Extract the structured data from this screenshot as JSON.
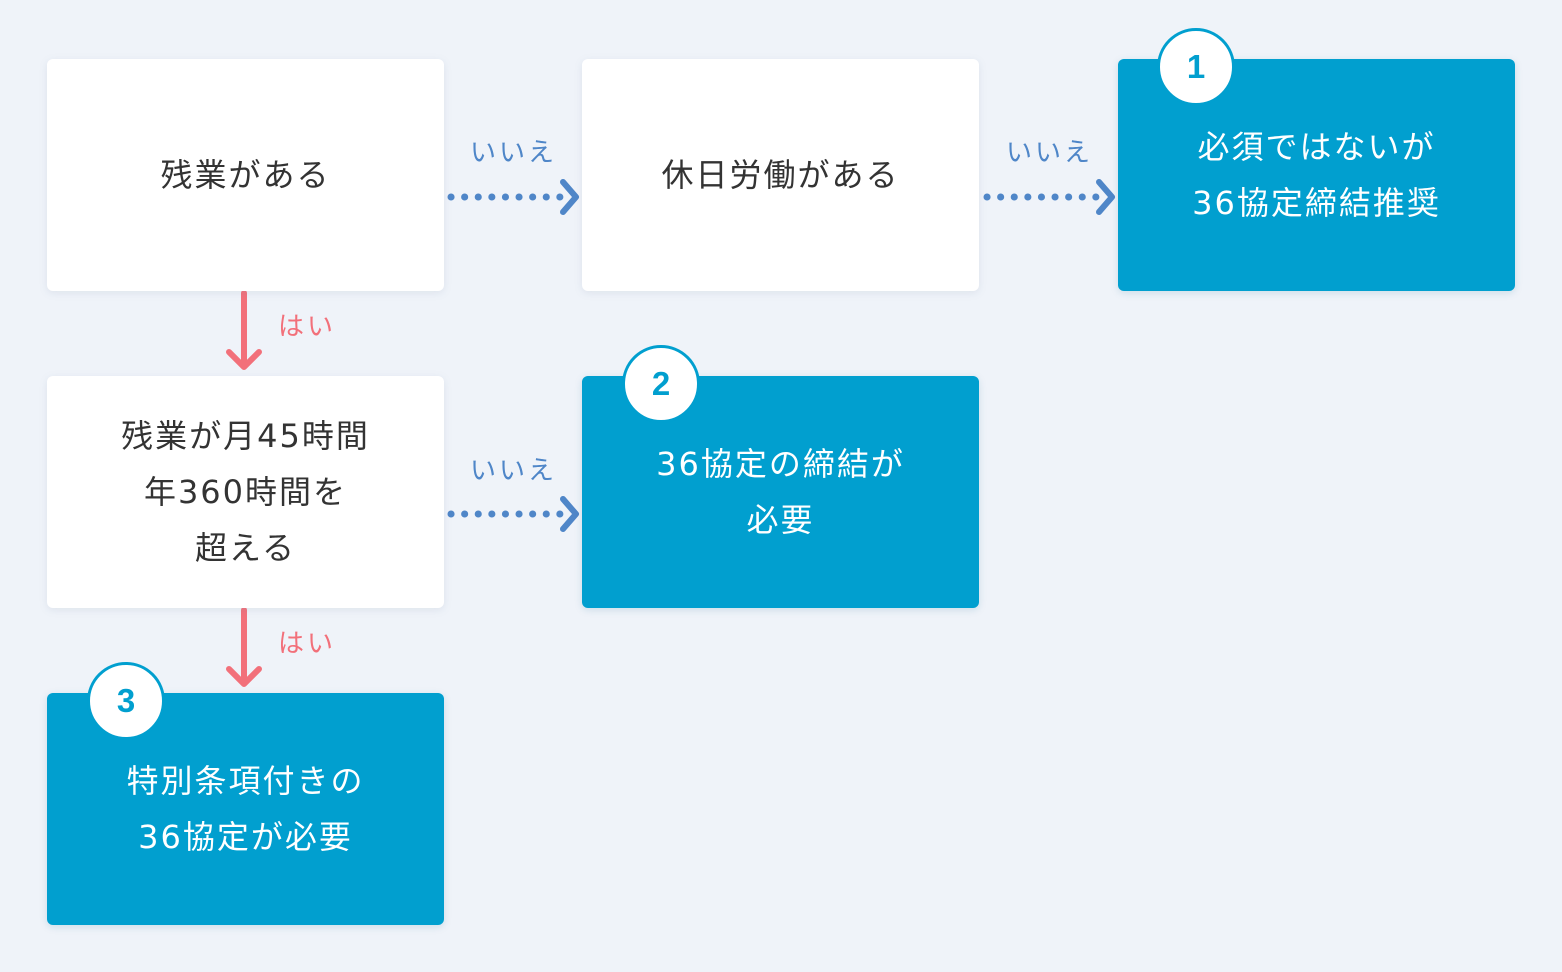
{
  "questions": {
    "q1": {
      "lines": [
        "残業がある"
      ]
    },
    "q2": {
      "lines": [
        "休日労働がある"
      ]
    },
    "q3": {
      "lines": [
        "残業が月45時間",
        "年360時間を",
        "超える"
      ]
    }
  },
  "results": {
    "r1": {
      "number": "1",
      "lines": [
        "必須ではないが",
        "36協定締結推奨"
      ]
    },
    "r2": {
      "number": "2",
      "lines": [
        "36協定の締結が",
        "必要"
      ]
    },
    "r3": {
      "number": "3",
      "lines": [
        "特別条項付きの",
        "36協定が必要"
      ]
    }
  },
  "labels": {
    "no": "いいえ",
    "yes": "はい"
  },
  "colors": {
    "background": "#eff3f9",
    "result_box": "#019fcf",
    "no_arrow": "#4f86c8",
    "yes_arrow": "#f2707a"
  }
}
